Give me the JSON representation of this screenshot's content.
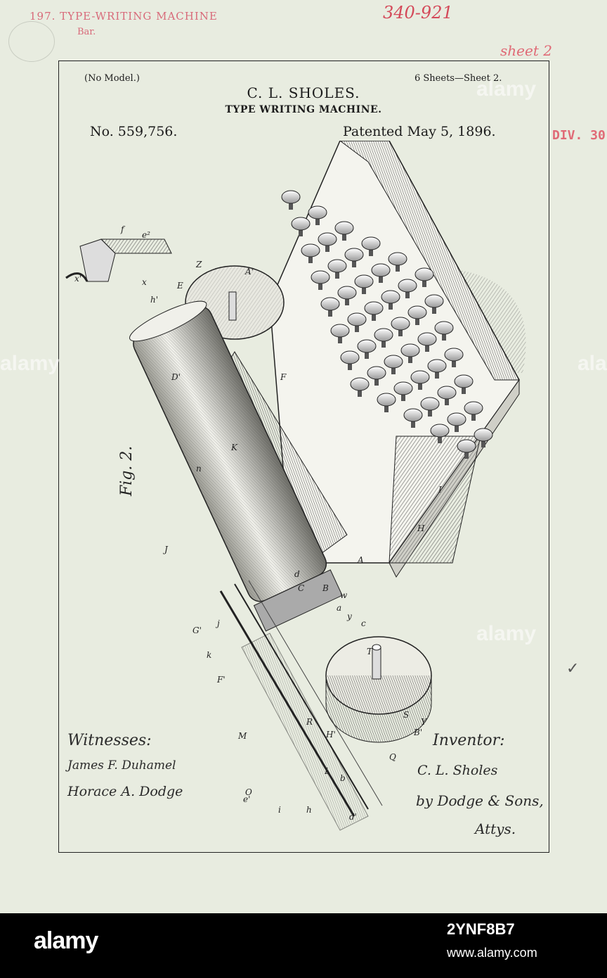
{
  "stamps": {
    "office": "197. TYPE-WRITING MACHINE",
    "bar": "Bar.",
    "serial": "340-921",
    "sheet_note": "sheet 2",
    "division": "DIV. 30"
  },
  "header": {
    "no_model": "(No Model.)",
    "sheets": "6 Sheets—Sheet 2.",
    "inventor": "C. L. SHOLES.",
    "title": "TYPE WRITING MACHINE.",
    "patent_number": "No. 559,756.",
    "patent_date": "Patented May 5, 1896."
  },
  "figure": {
    "label": "Fig. 2.",
    "reference_letters": [
      "A'",
      "Z",
      "E",
      "x'",
      "x",
      "h'",
      "e²",
      "f",
      "D'",
      "F",
      "J",
      "K",
      "n",
      "d",
      "C",
      "B",
      "A",
      "I",
      "H",
      "G'",
      "j",
      "k",
      "F'",
      "O",
      "M",
      "R",
      "H'",
      "T",
      "S",
      "B'",
      "Y",
      "Q",
      "e'",
      "i",
      "b",
      "h",
      "d'",
      "w",
      "a",
      "y",
      "c",
      "L"
    ]
  },
  "signatures": {
    "witnesses_label": "Witnesses:",
    "witness_1": "James F. Duhamel",
    "witness_2": "Horace A. Dodge",
    "inventor_label": "Inventor:",
    "inventor_signature": "C. L. Sholes",
    "by_line": "by Dodge & Sons,",
    "attorney": "Attys."
  },
  "footer": {
    "brand": "alamy",
    "image_id": "2YNF8B7",
    "url": "www.alamy.com"
  },
  "watermark": "alamy"
}
